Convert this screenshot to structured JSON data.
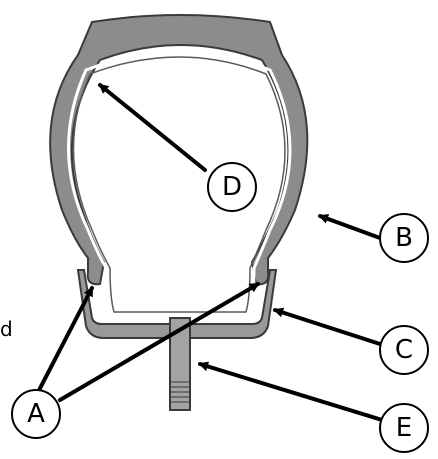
{
  "colors": {
    "tire_fill": "#8c8c8c",
    "tire_outline": "#3a3a3a",
    "rim_fill": "#999999",
    "tube_line": "#ffffff",
    "valve_fill": "#a3a3a3",
    "callout_stroke": "#000000",
    "background": "#ffffff"
  },
  "callouts": {
    "a": "A",
    "b": "B",
    "c": "C",
    "d": "D",
    "e": "E"
  },
  "edge_text": "d"
}
